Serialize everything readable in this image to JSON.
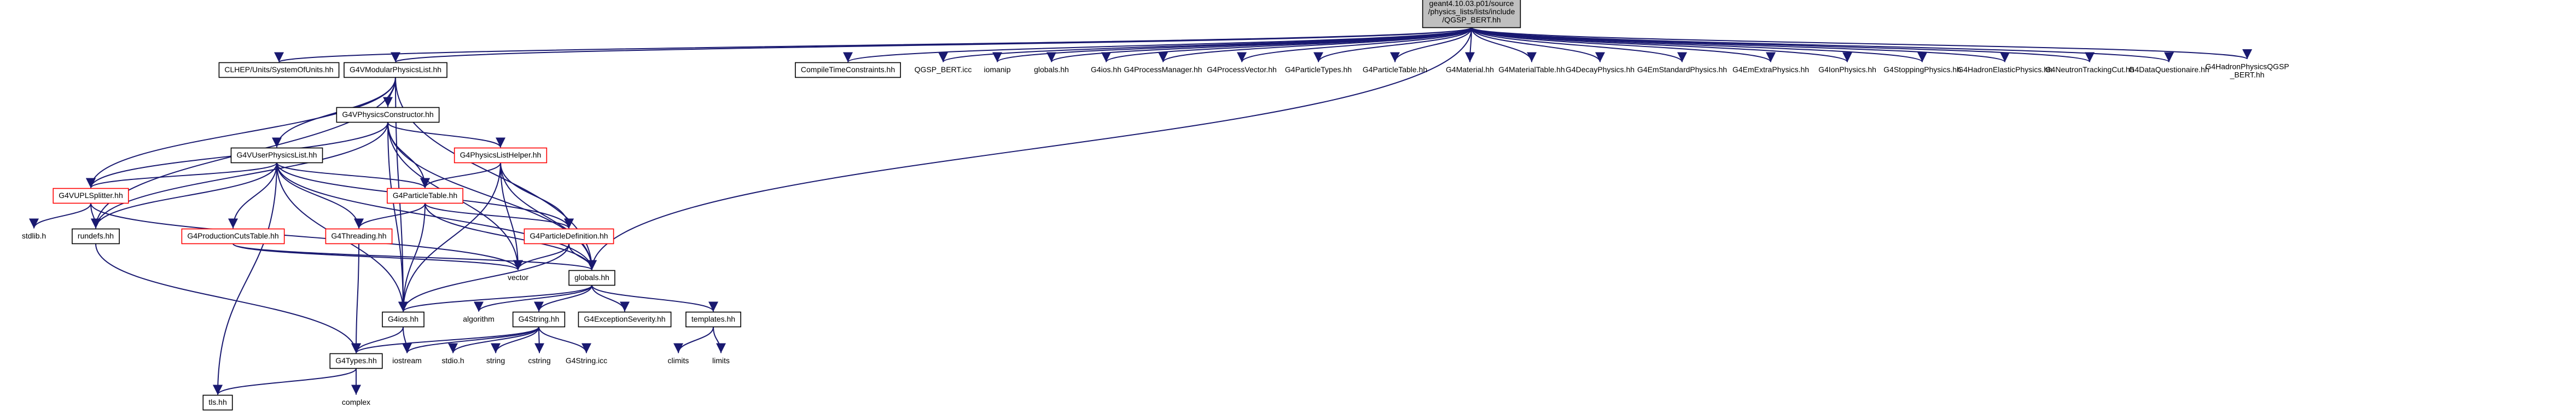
{
  "graph": {
    "colors": {
      "edge": "#191970",
      "root_fill": "#bfbfbf",
      "box_stroke": "#000000",
      "truncated_stroke": "#ff0000",
      "text": "#000000"
    },
    "nodes": [
      {
        "id": "root",
        "lines": [
          "geant4.10.03.p01/source",
          "/physics_lists/lists/include",
          "/QGSP_BERT.hh"
        ],
        "style": "root"
      },
      {
        "id": "clhep_units",
        "lines": [
          "CLHEP/Units/SystemOfUnits.hh"
        ],
        "style": "box"
      },
      {
        "id": "g4vmodular",
        "lines": [
          "G4VModularPhysicsList.hh"
        ],
        "style": "box"
      },
      {
        "id": "compiletime",
        "lines": [
          "CompileTimeConstraints.hh"
        ],
        "style": "box"
      },
      {
        "id": "qgsp_bert_icc",
        "lines": [
          "QGSP_BERT.icc"
        ],
        "style": "none"
      },
      {
        "id": "iomanip",
        "lines": [
          "iomanip"
        ],
        "style": "none"
      },
      {
        "id": "globals_top",
        "lines": [
          "globals.hh"
        ],
        "style": "none"
      },
      {
        "id": "g4ios_top",
        "lines": [
          "G4ios.hh"
        ],
        "style": "none"
      },
      {
        "id": "g4procman",
        "lines": [
          "G4ProcessManager.hh"
        ],
        "style": "none"
      },
      {
        "id": "g4procvec",
        "lines": [
          "G4ProcessVector.hh"
        ],
        "style": "none"
      },
      {
        "id": "g4parttypes",
        "lines": [
          "G4ParticleTypes.hh"
        ],
        "style": "none"
      },
      {
        "id": "g4parttable_top",
        "lines": [
          "G4ParticleTable.hh"
        ],
        "style": "none"
      },
      {
        "id": "g4material",
        "lines": [
          "G4Material.hh"
        ],
        "style": "none"
      },
      {
        "id": "g4materialtable",
        "lines": [
          "G4MaterialTable.hh"
        ],
        "style": "none"
      },
      {
        "id": "g4decay",
        "lines": [
          "G4DecayPhysics.hh"
        ],
        "style": "none"
      },
      {
        "id": "g4emstd",
        "lines": [
          "G4EmStandardPhysics.hh"
        ],
        "style": "none"
      },
      {
        "id": "g4emextra",
        "lines": [
          "G4EmExtraPhysics.hh"
        ],
        "style": "none"
      },
      {
        "id": "g4ion",
        "lines": [
          "G4IonPhysics.hh"
        ],
        "style": "none"
      },
      {
        "id": "g4stopping",
        "lines": [
          "G4StoppingPhysics.hh"
        ],
        "style": "none"
      },
      {
        "id": "g4hadelastic",
        "lines": [
          "G4HadronElasticPhysics.hh"
        ],
        "style": "none"
      },
      {
        "id": "g4neutroncut",
        "lines": [
          "G4NeutronTrackingCut.hh"
        ],
        "style": "none"
      },
      {
        "id": "g4dataq",
        "lines": [
          "G4DataQuestionaire.hh"
        ],
        "style": "none"
      },
      {
        "id": "g4hadqgsp",
        "lines": [
          "G4HadronPhysicsQGSP",
          "_BERT.hh"
        ],
        "style": "none"
      },
      {
        "id": "g4vphyscons",
        "lines": [
          "G4VPhysicsConstructor.hh"
        ],
        "style": "box"
      },
      {
        "id": "g4physlisthelper",
        "lines": [
          "G4PhysicsListHelper.hh"
        ],
        "style": "truncated"
      },
      {
        "id": "g4vuserphys",
        "lines": [
          "G4VUserPhysicsList.hh"
        ],
        "style": "box"
      },
      {
        "id": "g4vuplsplitter",
        "lines": [
          "G4VUPLSplitter.hh"
        ],
        "style": "truncated"
      },
      {
        "id": "g4parttable",
        "lines": [
          "G4ParticleTable.hh"
        ],
        "style": "truncated"
      },
      {
        "id": "stdlib",
        "lines": [
          "stdlib.h"
        ],
        "style": "none"
      },
      {
        "id": "rundefs",
        "lines": [
          "rundefs.hh"
        ],
        "style": "box"
      },
      {
        "id": "g4prodcuts",
        "lines": [
          "G4ProductionCutsTable.hh"
        ],
        "style": "truncated"
      },
      {
        "id": "g4threading",
        "lines": [
          "G4Threading.hh"
        ],
        "style": "truncated"
      },
      {
        "id": "g4partdef",
        "lines": [
          "G4ParticleDefinition.hh"
        ],
        "style": "truncated"
      },
      {
        "id": "vector",
        "lines": [
          "vector"
        ],
        "style": "none"
      },
      {
        "id": "globals",
        "lines": [
          "globals.hh"
        ],
        "style": "box"
      },
      {
        "id": "g4ios",
        "lines": [
          "G4ios.hh"
        ],
        "style": "box"
      },
      {
        "id": "algorithm",
        "lines": [
          "algorithm"
        ],
        "style": "none"
      },
      {
        "id": "g4string",
        "lines": [
          "G4String.hh"
        ],
        "style": "box"
      },
      {
        "id": "g4exception",
        "lines": [
          "G4ExceptionSeverity.hh"
        ],
        "style": "box"
      },
      {
        "id": "templates",
        "lines": [
          "templates.hh"
        ],
        "style": "box"
      },
      {
        "id": "g4types",
        "lines": [
          "G4Types.hh"
        ],
        "style": "box"
      },
      {
        "id": "iostream",
        "lines": [
          "iostream"
        ],
        "style": "none"
      },
      {
        "id": "stdio",
        "lines": [
          "stdio.h"
        ],
        "style": "none"
      },
      {
        "id": "string",
        "lines": [
          "string"
        ],
        "style": "none"
      },
      {
        "id": "cstring",
        "lines": [
          "cstring"
        ],
        "style": "none"
      },
      {
        "id": "g4string_icc",
        "lines": [
          "G4String.icc"
        ],
        "style": "none"
      },
      {
        "id": "climits",
        "lines": [
          "climits"
        ],
        "style": "none"
      },
      {
        "id": "limits",
        "lines": [
          "limits"
        ],
        "style": "none"
      },
      {
        "id": "complex",
        "lines": [
          "complex"
        ],
        "style": "none"
      },
      {
        "id": "tls",
        "lines": [
          "tls.hh"
        ],
        "style": "box"
      }
    ],
    "edges": [
      [
        "root",
        "clhep_units"
      ],
      [
        "root",
        "g4vmodular"
      ],
      [
        "root",
        "compiletime"
      ],
      [
        "root",
        "qgsp_bert_icc"
      ],
      [
        "root",
        "iomanip"
      ],
      [
        "root",
        "globals_top"
      ],
      [
        "root",
        "g4ios_top"
      ],
      [
        "root",
        "g4procman"
      ],
      [
        "root",
        "g4procvec"
      ],
      [
        "root",
        "g4parttypes"
      ],
      [
        "root",
        "g4parttable_top"
      ],
      [
        "root",
        "g4material"
      ],
      [
        "root",
        "g4materialtable"
      ],
      [
        "root",
        "g4decay"
      ],
      [
        "root",
        "g4emstd"
      ],
      [
        "root",
        "g4emextra"
      ],
      [
        "root",
        "g4ion"
      ],
      [
        "root",
        "g4stopping"
      ],
      [
        "root",
        "g4hadelastic"
      ],
      [
        "root",
        "g4neutroncut"
      ],
      [
        "root",
        "g4dataq"
      ],
      [
        "root",
        "g4hadqgsp"
      ],
      [
        "root",
        "globals"
      ],
      [
        "g4vmodular",
        "g4vphyscons"
      ],
      [
        "g4vmodular",
        "g4vuserphys"
      ],
      [
        "g4vmodular",
        "g4vuplsplitter"
      ],
      [
        "g4vmodular",
        "rundefs"
      ],
      [
        "g4vmodular",
        "g4ios"
      ],
      [
        "g4vmodular",
        "globals"
      ],
      [
        "g4vphyscons",
        "g4physlisthelper"
      ],
      [
        "g4vphyscons",
        "g4vuplsplitter"
      ],
      [
        "g4vphyscons",
        "rundefs"
      ],
      [
        "g4vphyscons",
        "g4parttable"
      ],
      [
        "g4vphyscons",
        "g4ios"
      ],
      [
        "g4vphyscons",
        "globals"
      ],
      [
        "g4vphyscons",
        "vector"
      ],
      [
        "g4physlisthelper",
        "g4parttable"
      ],
      [
        "g4physlisthelper",
        "g4partdef"
      ],
      [
        "g4physlisthelper",
        "vector"
      ],
      [
        "g4physlisthelper",
        "g4ios"
      ],
      [
        "g4physlisthelper",
        "globals"
      ],
      [
        "g4vuserphys",
        "g4vuplsplitter"
      ],
      [
        "g4vuserphys",
        "rundefs"
      ],
      [
        "g4vuserphys",
        "g4parttable"
      ],
      [
        "g4vuserphys",
        "g4prodcuts"
      ],
      [
        "g4vuserphys",
        "g4threading"
      ],
      [
        "g4vuserphys",
        "g4partdef"
      ],
      [
        "g4vuserphys",
        "g4ios"
      ],
      [
        "g4vuserphys",
        "globals"
      ],
      [
        "g4vuserphys",
        "tls"
      ],
      [
        "g4vuplsplitter",
        "stdlib"
      ],
      [
        "g4vuplsplitter",
        "rundefs"
      ],
      [
        "g4vuplsplitter",
        "vector"
      ],
      [
        "g4parttable",
        "g4threading"
      ],
      [
        "g4parttable",
        "g4partdef"
      ],
      [
        "g4parttable",
        "g4ios"
      ],
      [
        "g4parttable",
        "globals"
      ],
      [
        "g4prodcuts",
        "globals"
      ],
      [
        "g4prodcuts",
        "vector"
      ],
      [
        "g4threading",
        "g4types"
      ],
      [
        "g4partdef",
        "vector"
      ],
      [
        "g4partdef",
        "g4ios"
      ],
      [
        "g4partdef",
        "globals"
      ],
      [
        "rundefs",
        "g4types"
      ],
      [
        "globals",
        "g4ios"
      ],
      [
        "globals",
        "algorithm"
      ],
      [
        "globals",
        "g4string"
      ],
      [
        "globals",
        "g4exception"
      ],
      [
        "globals",
        "templates"
      ],
      [
        "g4ios",
        "g4types"
      ],
      [
        "g4ios",
        "iostream"
      ],
      [
        "g4string",
        "g4types"
      ],
      [
        "g4string",
        "stdio"
      ],
      [
        "g4string",
        "string"
      ],
      [
        "g4string",
        "cstring"
      ],
      [
        "g4string",
        "g4string_icc"
      ],
      [
        "g4string",
        "iostream"
      ],
      [
        "templates",
        "climits"
      ],
      [
        "templates",
        "limits"
      ],
      [
        "g4types",
        "complex"
      ],
      [
        "g4types",
        "tls"
      ]
    ]
  }
}
